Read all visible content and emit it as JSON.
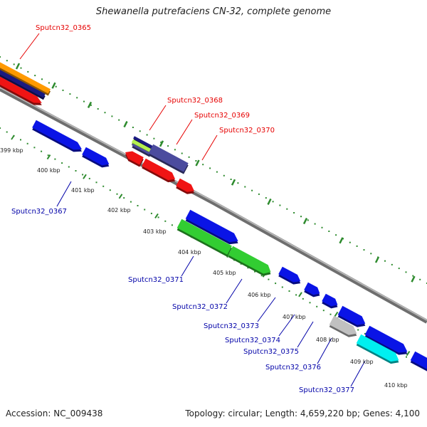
{
  "title": "Shewanella putrefaciens CN-32, complete genome",
  "footer": {
    "accession": "Accession: NC_009438",
    "stats": "Topology: circular; Length: 4,659,220 bp; Genes: 4,100"
  },
  "colors": {
    "backbone": "#8c8c8c",
    "tick_dots": "#2e8b2e",
    "label_top": "#e60000",
    "label_bottom": "#0000a8",
    "blue": "#0a14e6",
    "red": "#f01414",
    "green": "#32cd32",
    "navy": "#1a1a80",
    "purple": "#4b4b9e",
    "orange": "#ff9a00",
    "cyan": "#00f0f0",
    "gray": "#c0c0c0",
    "lime": "#b4f050"
  },
  "kbp_ticks": [
    {
      "label": "399 kbp"
    },
    {
      "label": "400 kbp"
    },
    {
      "label": "401 kbp"
    },
    {
      "label": "402 kbp"
    },
    {
      "label": "403 kbp"
    },
    {
      "label": "404 kbp"
    },
    {
      "label": "405 kbp"
    },
    {
      "label": "406 kbp"
    },
    {
      "label": "407 kbp"
    },
    {
      "label": "408 kbp"
    },
    {
      "label": "409 kbp"
    },
    {
      "label": "410 kbp"
    }
  ],
  "gene_labels_top": [
    {
      "text": "Sputcn32_0365"
    },
    {
      "text": "Sputcn32_0368"
    },
    {
      "text": "Sputcn32_0369"
    },
    {
      "text": "Sputcn32_0370"
    }
  ],
  "gene_labels_bottom": [
    {
      "text": "Sputcn32_0367"
    },
    {
      "text": "Sputcn32_0371"
    },
    {
      "text": "Sputcn32_0372"
    },
    {
      "text": "Sputcn32_0373"
    },
    {
      "text": "Sputcn32_0374"
    },
    {
      "text": "Sputcn32_0375"
    },
    {
      "text": "Sputcn32_0376"
    },
    {
      "text": "Sputcn32_0377"
    }
  ]
}
